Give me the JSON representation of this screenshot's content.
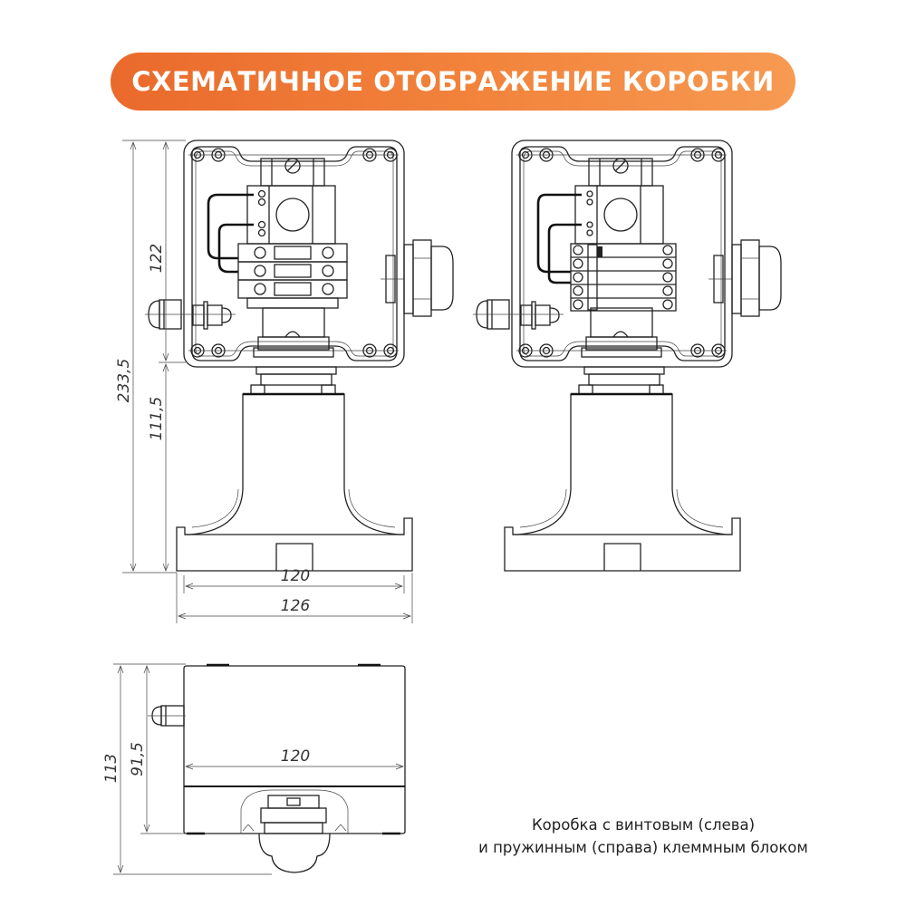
{
  "title": "СХЕМАТИЧНОЕ ОТОБРАЖЕНИЕ КОРОБКИ",
  "dimensions": {
    "front_total_height": "233,5",
    "box_height": "122",
    "bracket_height": "111,5",
    "box_width": "120",
    "base_width": "126",
    "side_box_width": "120",
    "side_total_height": "113",
    "side_body_height": "91,5"
  },
  "caption": {
    "line1": "Коробка с винтовым (слева)",
    "line2": "и пружинным (справа) клеммным блоком"
  },
  "colors": {
    "accent": "#f07f38",
    "line": "#222222"
  }
}
